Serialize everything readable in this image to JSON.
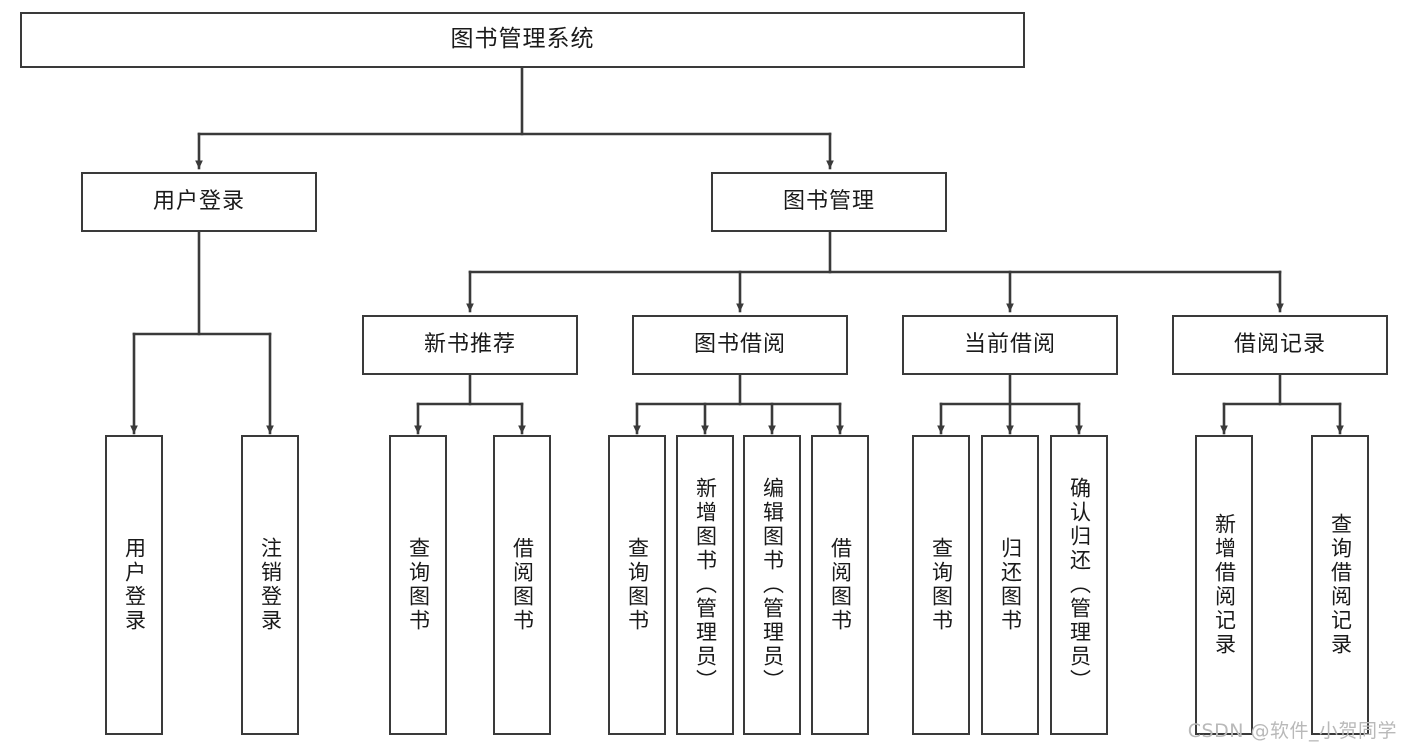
{
  "diagram": {
    "title": "图书管理系统",
    "type": "tree-hierarchy",
    "orientation": "top-down",
    "colors": {
      "box_border": "#3a3a3a",
      "box_fill": "#ffffff",
      "connector": "#3a3a3a",
      "text": "#1a1a1a",
      "watermark": "#b9b9b9",
      "background": "#ffffff"
    }
  },
  "nodes": {
    "root": {
      "label": "图书管理系统"
    },
    "level2": [
      {
        "id": "user-login",
        "label": "用户登录"
      },
      {
        "id": "book-management",
        "label": "图书管理"
      }
    ],
    "level3": [
      {
        "id": "new-book-recommend",
        "label": "新书推荐"
      },
      {
        "id": "book-borrow",
        "label": "图书借阅"
      },
      {
        "id": "current-borrow",
        "label": "当前借阅"
      },
      {
        "id": "borrow-record",
        "label": "借阅记录"
      }
    ],
    "leaves": [
      {
        "id": "leaf-user-login",
        "label": "用户登录",
        "parent": "user-login"
      },
      {
        "id": "leaf-user-logout",
        "label": "注销登录",
        "parent": "user-login"
      },
      {
        "id": "leaf-query-book-1",
        "label": "查询图书",
        "parent": "new-book-recommend"
      },
      {
        "id": "leaf-borrow-book-1",
        "label": "借阅图书",
        "parent": "new-book-recommend"
      },
      {
        "id": "leaf-query-book-2",
        "label": "查询图书",
        "parent": "book-borrow"
      },
      {
        "id": "leaf-add-book",
        "label": "新增图书（管理员）",
        "parent": "book-borrow"
      },
      {
        "id": "leaf-edit-book",
        "label": "编辑图书（管理员）",
        "parent": "book-borrow"
      },
      {
        "id": "leaf-borrow-book-2",
        "label": "借阅图书",
        "parent": "book-borrow"
      },
      {
        "id": "leaf-query-book-3",
        "label": "查询图书",
        "parent": "current-borrow"
      },
      {
        "id": "leaf-return-book",
        "label": "归还图书",
        "parent": "current-borrow"
      },
      {
        "id": "leaf-confirm-return",
        "label": "确认归还（管理员）",
        "parent": "current-borrow"
      },
      {
        "id": "leaf-add-borrow-record",
        "label": "新增借阅记录",
        "parent": "borrow-record"
      },
      {
        "id": "leaf-query-borrow-record",
        "label": "查询借阅记录",
        "parent": "borrow-record"
      }
    ]
  },
  "watermark": {
    "text": "CSDN @软件_小贺同学"
  }
}
